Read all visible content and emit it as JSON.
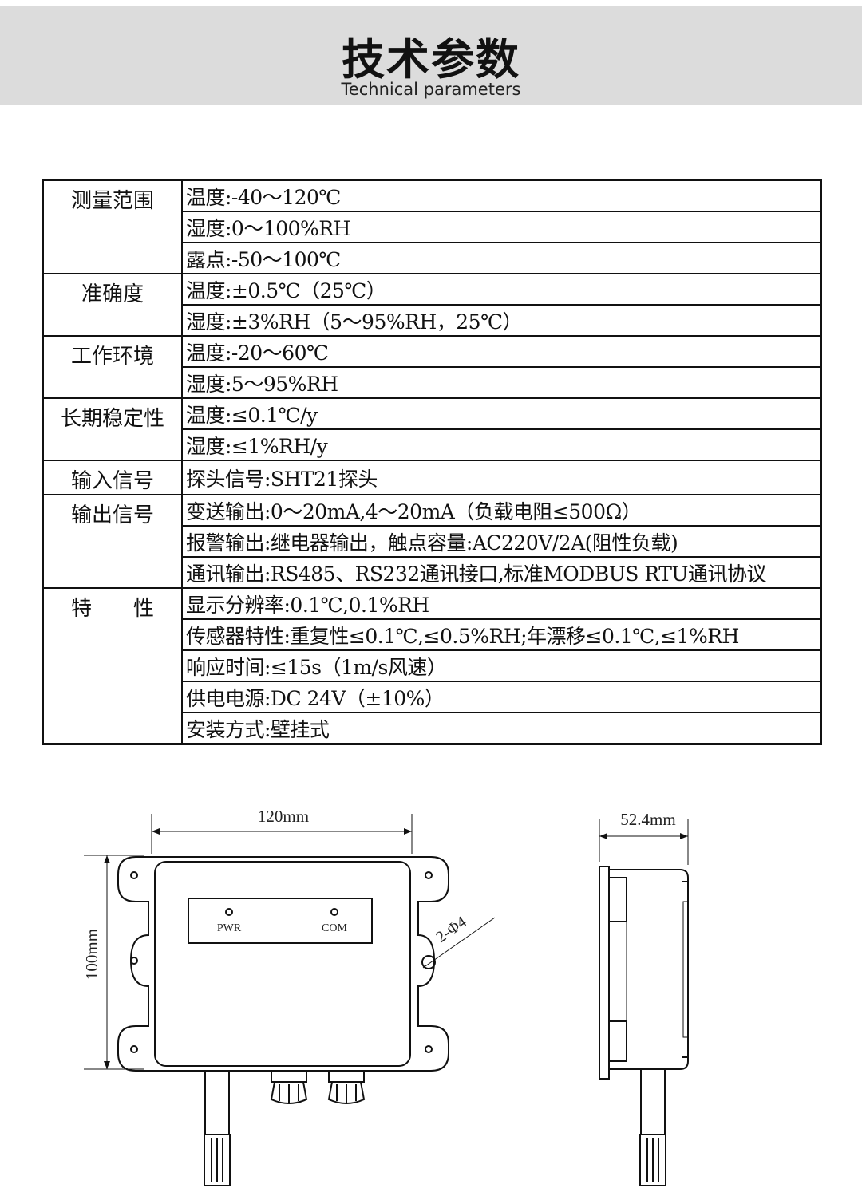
{
  "header": {
    "title": "技术参数",
    "subtitle": "Technical parameters"
  },
  "params": [
    {
      "category": "测量范围",
      "values": [
        "温度:-40～120℃",
        "湿度:0～100%RH",
        "露点:-50～100℃"
      ]
    },
    {
      "category": "准确度",
      "values": [
        "温度:±0.5℃（25℃）",
        "湿度:±3%RH（5～95%RH，25℃）"
      ]
    },
    {
      "category": "工作环境",
      "values": [
        "温度:-20～60℃",
        "湿度:5～95%RH"
      ]
    },
    {
      "category": "长期稳定性",
      "values": [
        "温度:≤0.1℃/y",
        "湿度:≤1%RH/y"
      ]
    },
    {
      "category": "输入信号",
      "values": [
        "探头信号:SHT21探头"
      ]
    },
    {
      "category": "输出信号",
      "values": [
        "变送输出:0～20mA,4～20mA（负载电阻≤500Ω）",
        "报警输出:继电器输出，触点容量:AC220V/2A(阻性负载)",
        "通讯输出:RS485、RS232通讯接口,标准MODBUS RTU通讯协议"
      ]
    },
    {
      "category": "特　　性",
      "values": [
        "显示分辨率:0.1℃,0.1%RH",
        "传感器特性:重复性≤0.1℃,≤0.5%RH;年漂移≤0.1℃,≤1%RH",
        "响应时间:≤15s（1m/s风速）",
        "供电电源:DC 24V（±10%）",
        "安装方式:壁挂式"
      ]
    }
  ],
  "drawing": {
    "width_label": "120mm",
    "height_label": "100mm",
    "depth_label": "52.4mm",
    "hole_label": "2-Φ4",
    "led1_label": "PWR",
    "led2_label": "COM"
  }
}
